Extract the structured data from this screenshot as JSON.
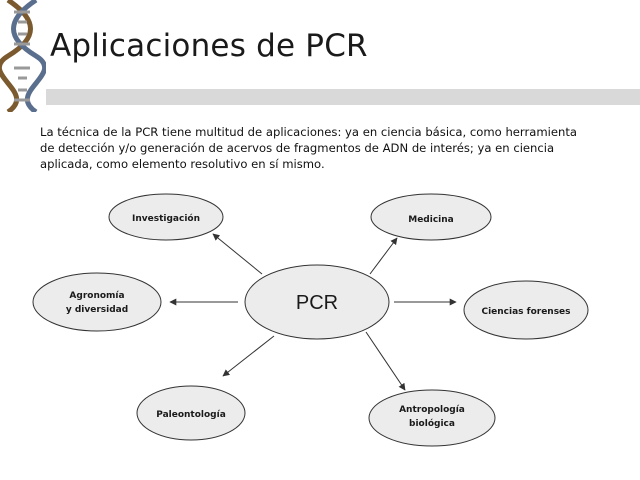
{
  "slide": {
    "title": "Aplicaciones de PCR",
    "intro": "La técnica de la PCR tiene multitud de aplicaciones: ya en ciencia básica, como herramienta de detección y/o generación de acervos de fragmentos de ADN de interés; ya en ciencia aplicada, como elemento resolutivo en sí mismo."
  },
  "diagram": {
    "center": "PCR",
    "nodes": {
      "investigacion": [
        "Investigación"
      ],
      "medicina": [
        "Medicina"
      ],
      "agronomia": [
        "Agronomía",
        "y diversidad"
      ],
      "forenses": [
        "Ciencias forenses"
      ],
      "paleontologia": [
        "Paleontología"
      ],
      "antropologia": [
        "Antropología",
        "biológica"
      ]
    }
  },
  "colors": {
    "node_fill": "#ececec",
    "stroke": "#333333",
    "title_bar": "#d9d9d9"
  }
}
